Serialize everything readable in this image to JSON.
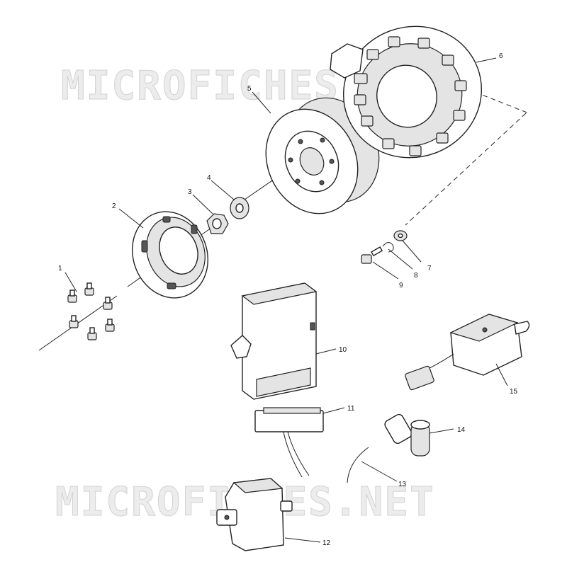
{
  "watermarks": [
    "MICROFICHES.NET",
    "MICROFICHES.NET"
  ],
  "callouts": [
    {
      "id": "1",
      "label": "1"
    },
    {
      "id": "2",
      "label": "2"
    },
    {
      "id": "3",
      "label": "3"
    },
    {
      "id": "4",
      "label": "4"
    },
    {
      "id": "5",
      "label": "5"
    },
    {
      "id": "6",
      "label": "6"
    },
    {
      "id": "7",
      "label": "7"
    },
    {
      "id": "8",
      "label": "8"
    },
    {
      "id": "9",
      "label": "9"
    },
    {
      "id": "10",
      "label": "10"
    },
    {
      "id": "11",
      "label": "11"
    },
    {
      "id": "12",
      "label": "12"
    },
    {
      "id": "13",
      "label": "13"
    },
    {
      "id": "14",
      "label": "14"
    },
    {
      "id": "15",
      "label": "15"
    }
  ],
  "parts": {
    "bolts": "bolt-icon",
    "starter_cup": "starter-cup-icon",
    "nut": "hex-nut-icon",
    "washer": "washer-icon",
    "flywheel": "flywheel-icon",
    "stator": "stator-icon",
    "cdi_box": "cdi-module-icon",
    "connector": "connector-icon",
    "ignition_coil": "ignition-coil-icon",
    "spark_plug_wire": "spark-plug-wire-icon",
    "spark_plug_cap": "spark-plug-cap-icon",
    "regulator": "regulator-icon"
  }
}
